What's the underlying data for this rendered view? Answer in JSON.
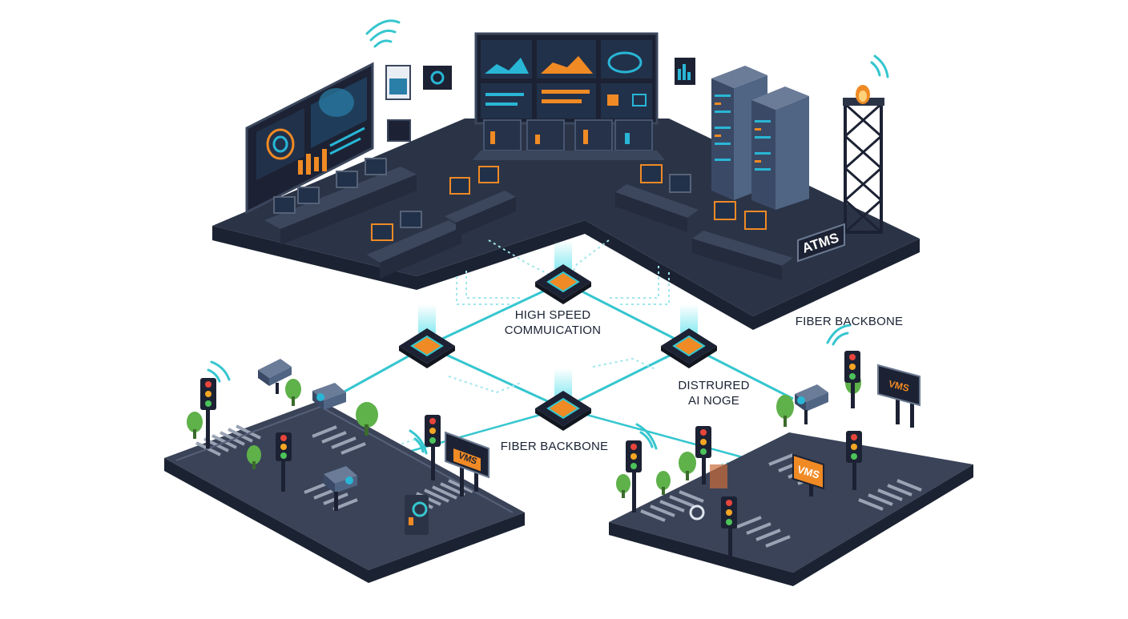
{
  "labels": {
    "atms": "ATMS",
    "high_speed_line1": "HIGH SPEED",
    "high_speed_line2": "COMMUICATION",
    "fiber_backbone_right": "FIBER BACKBONE",
    "fiber_backbone_center": "FIBER BACKBONE",
    "distributed_line1": "DISTRURED",
    "distributed_line2": "AI NOGE",
    "vms_sign": "VMS",
    "vms_small_left": "VMS",
    "vms_small_right": "VMS"
  },
  "colors": {
    "platform_top": "#2b3447",
    "platform_side": "#1b2232",
    "road": "#3a4358",
    "crosswalk": "#9aa3b3",
    "link": "#35c6cf",
    "accent_orange": "#f08a24",
    "screen_cyan": "#29b6d6",
    "tree": "#5fb14a",
    "label_text": "#1a2233"
  },
  "icons": [
    "wifi-icon",
    "traffic-light-icon",
    "cctv-camera-icon",
    "server-rack-icon",
    "radio-tower-icon",
    "ai-node-chip-icon",
    "tree-icon"
  ]
}
